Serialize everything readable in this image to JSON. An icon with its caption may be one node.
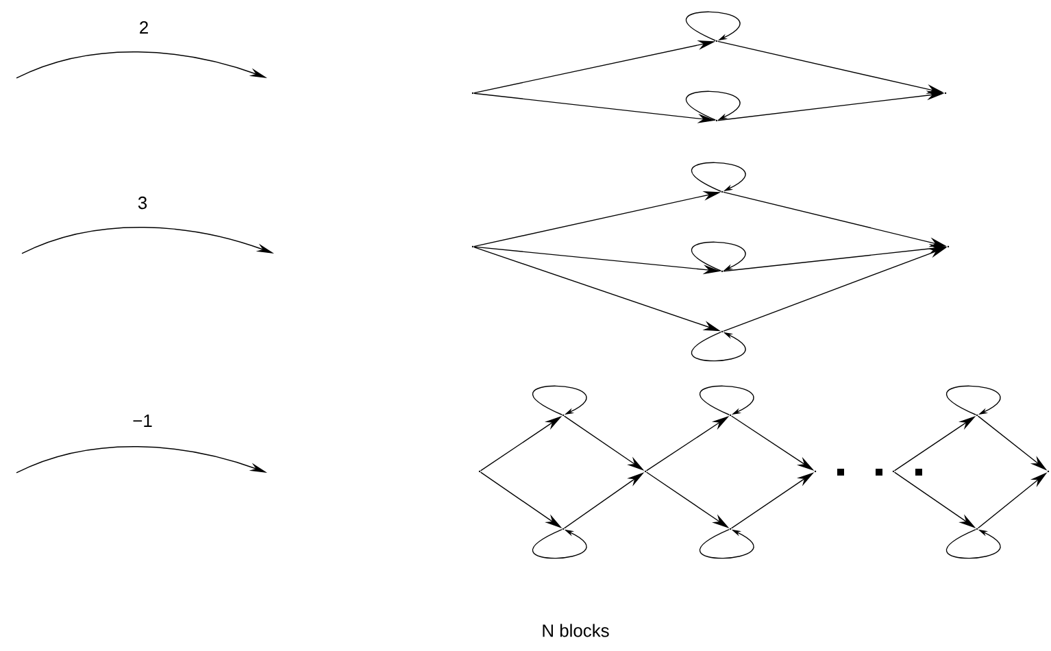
{
  "diagram": {
    "nodes": [
      {
        "text": [],
        "shape": "point"
      },
      {
        "text": [],
        "shape": "point"
      },
      {
        "text": [],
        "shape": "point"
      },
      {
        "text": [],
        "shape": "point"
      },
      {
        "text": [],
        "shape": "point"
      },
      {
        "text": [],
        "shape": "point"
      },
      {
        "text": [],
        "shape": "point"
      },
      {
        "text": [],
        "shape": "point"
      },
      {
        "text": [],
        "shape": "point"
      },
      {
        "text": [],
        "shape": "point"
      },
      {
        "text": [],
        "shape": "point"
      },
      {
        "text": [],
        "shape": "point"
      },
      {
        "text": [],
        "shape": "point"
      },
      {
        "text": [],
        "shape": "point"
      },
      {
        "text": [],
        "shape": "point"
      },
      {
        "text": [],
        "shape": "point"
      },
      {
        "text": [],
        "shape": "point"
      },
      {
        "text": [],
        "shape": "point"
      },
      {
        "text": [],
        "shape": "point"
      },
      {
        "text": [],
        "shape": "point"
      }
    ],
    "edges": [
      {
        "from": 0,
        "to": 1,
        "arrow": "to"
      },
      {
        "from": 0,
        "to": 2,
        "arrow": "to"
      },
      {
        "from": 1,
        "to": 1,
        "arrow": "to"
      },
      {
        "from": 2,
        "to": 2,
        "arrow": "to"
      },
      {
        "from": 1,
        "to": 3,
        "arrow": "to"
      },
      {
        "from": 2,
        "to": 3,
        "arrow": "to"
      },
      {
        "from": 4,
        "to": 5,
        "arrow": "to"
      },
      {
        "from": 4,
        "to": 6,
        "arrow": "to"
      },
      {
        "from": 4,
        "to": 7,
        "arrow": "to"
      },
      {
        "from": 5,
        "to": 5,
        "arrow": "to"
      },
      {
        "from": 6,
        "to": 6,
        "arrow": "to"
      },
      {
        "from": 7,
        "to": 7,
        "arrow": "to"
      },
      {
        "from": 5,
        "to": 8,
        "arrow": "to"
      },
      {
        "from": 6,
        "to": 8,
        "arrow": "to"
      },
      {
        "from": 7,
        "to": 8,
        "arrow": "to"
      },
      {
        "from": 9,
        "to": 10,
        "arrow": "to"
      },
      {
        "from": 9,
        "to": 11,
        "arrow": "to"
      },
      {
        "from": 10,
        "to": 10,
        "arrow": "to"
      },
      {
        "from": 11,
        "to": 11,
        "arrow": "to"
      },
      {
        "from": 10,
        "to": 12,
        "arrow": "to"
      },
      {
        "from": 11,
        "to": 12,
        "arrow": "to"
      },
      {
        "from": 12,
        "to": 13,
        "arrow": "to"
      },
      {
        "from": 12,
        "to": 14,
        "arrow": "to"
      },
      {
        "from": 13,
        "to": 13,
        "arrow": "to"
      },
      {
        "from": 14,
        "to": 14,
        "arrow": "to"
      },
      {
        "from": 13,
        "to": 15,
        "arrow": "to"
      },
      {
        "from": 14,
        "to": 15,
        "arrow": "to"
      },
      {
        "from": 16,
        "to": 17,
        "arrow": "to"
      },
      {
        "from": 16,
        "to": 18,
        "arrow": "to"
      },
      {
        "from": 17,
        "to": 17,
        "arrow": "to"
      },
      {
        "from": 18,
        "to": 18,
        "arrow": "to"
      },
      {
        "from": 17,
        "to": 19,
        "arrow": "to"
      },
      {
        "from": 18,
        "to": 19,
        "arrow": "to"
      }
    ],
    "labels": [
      "2",
      "3",
      "−1",
      "N blocks"
    ]
  }
}
